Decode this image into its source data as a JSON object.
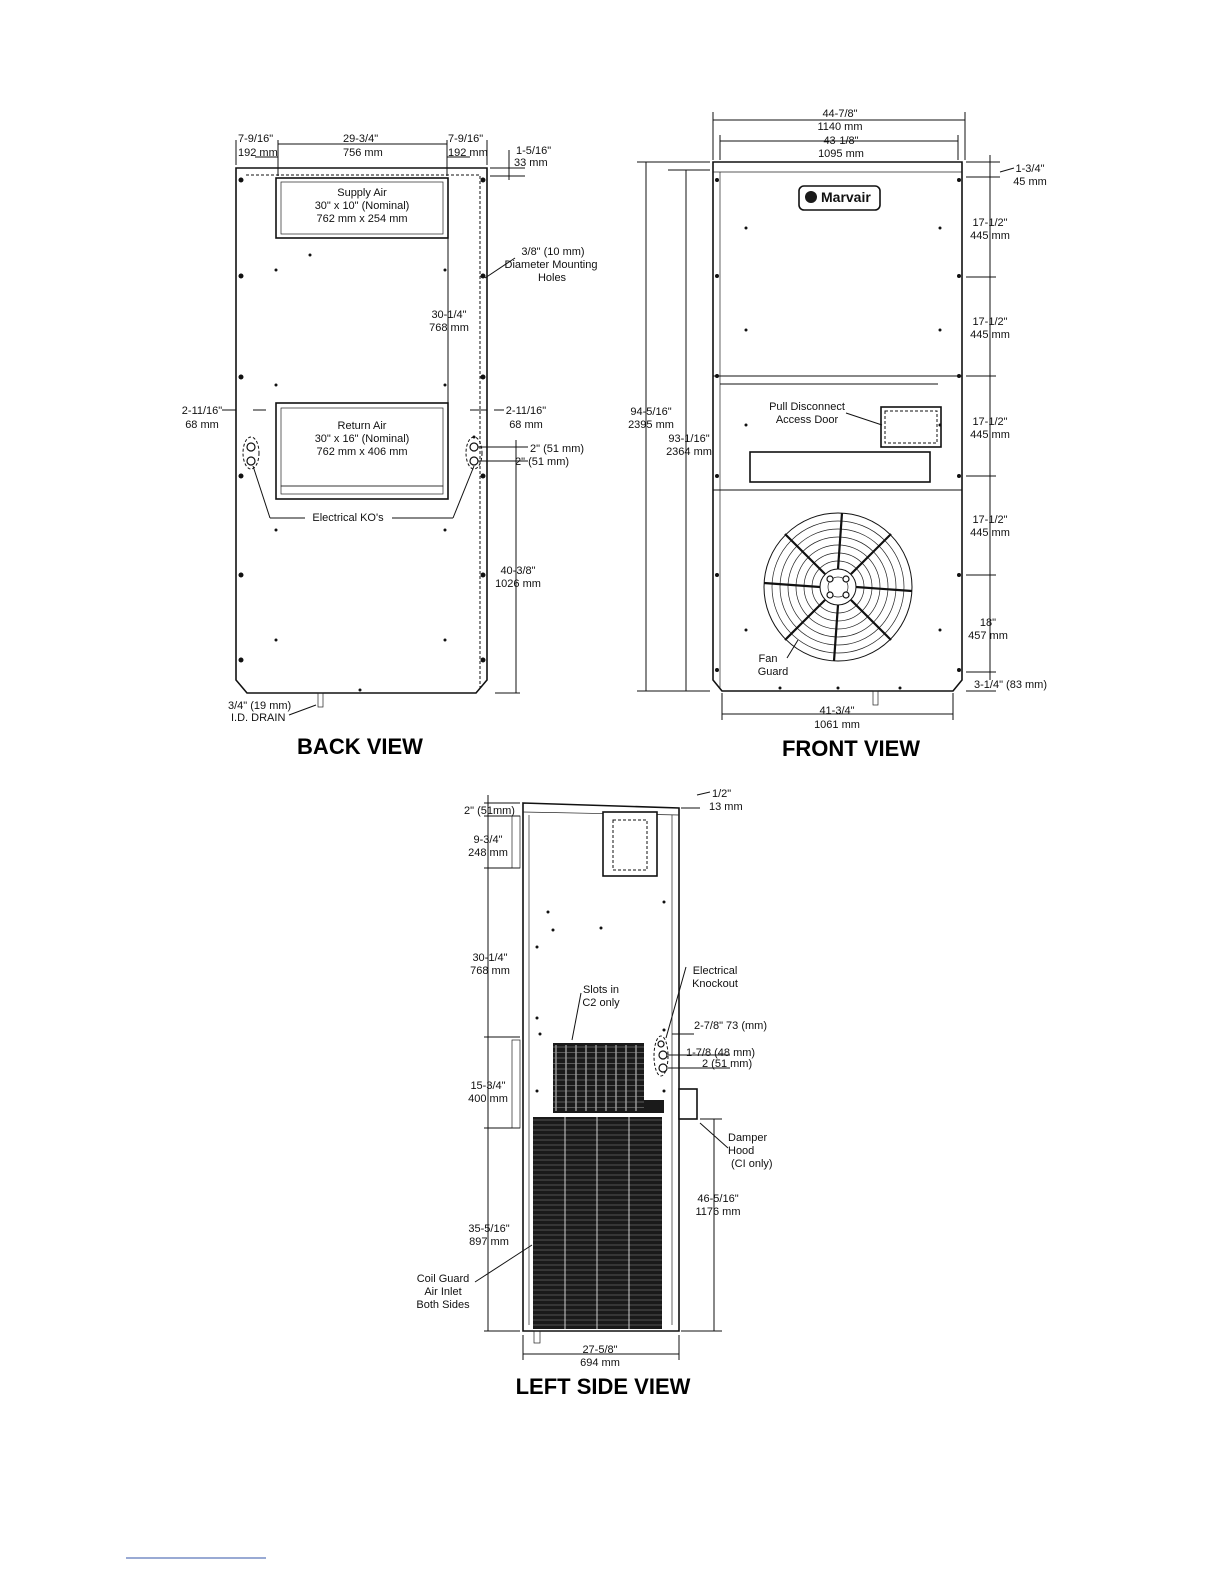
{
  "back_view": {
    "title": "BACK VIEW",
    "dims": {
      "left_margin": [
        "7-9/16\"",
        "192 mm"
      ],
      "opening_width": [
        "29-3/4\"",
        "756 mm"
      ],
      "right_margin": [
        "7-9/16\"",
        "192 mm"
      ],
      "top_offset": [
        "1-5/16\"",
        "33 mm"
      ],
      "between_openings": [
        "30-1/4\"",
        "768 mm"
      ],
      "left_side": [
        "2-11/16\"",
        "68 mm"
      ],
      "right_side": [
        "2-11/16\"",
        "68 mm"
      ],
      "ko_spacing_1": "2\" (51 mm)",
      "ko_spacing_2": "2\" (51 mm)",
      "bottom_height": [
        "40-3/8\"",
        "1026 mm"
      ]
    },
    "supply_air": [
      "Supply Air",
      "30\" x 10\" (Nominal)",
      "762 mm x 254 mm"
    ],
    "return_air": [
      "Return Air",
      "30\" x 16\" (Nominal)",
      "762 mm x 406 mm"
    ],
    "mounting_holes": [
      "3/8\" (10 mm)",
      "Diameter Mounting",
      "Holes"
    ],
    "electrical_kos": "Electrical KO's",
    "drain": [
      "3/4\" (19 mm)",
      "I.D. DRAIN"
    ]
  },
  "front_view": {
    "title": "FRONT VIEW",
    "logo": "Marvair",
    "dims": {
      "overall_width": [
        "44-7/8\"",
        "1140 mm"
      ],
      "inner_width": [
        "43-1/8\"",
        "1095 mm"
      ],
      "top": [
        "1-3/4\"",
        "45 mm"
      ],
      "seg1": [
        "17-1/2\"",
        "445 mm"
      ],
      "seg2": [
        "17-1/2\"",
        "445 mm"
      ],
      "seg3": [
        "17-1/2\"",
        "445 mm"
      ],
      "seg4": [
        "17-1/2\"",
        "445 mm"
      ],
      "seg5": [
        "18\"",
        "457 mm"
      ],
      "bottom": "3-1/4\" (83 mm)",
      "overall_height": [
        "94-5/16\"",
        "2395 mm"
      ],
      "body_height": [
        "93-1/16\"",
        "2364 mm"
      ],
      "base_width": [
        "41-3/4\"",
        "1061 mm"
      ]
    },
    "pull_disconnect": [
      "Pull Disconnect",
      "Access Door"
    ],
    "fan_guard": [
      "Fan",
      "Guard"
    ]
  },
  "left_side_view": {
    "title": "LEFT SIDE VIEW",
    "dims": {
      "top_gap": "2\" (51mm)",
      "top_right": [
        "1/2\"",
        "13 mm"
      ],
      "upper": [
        "9-3/4\"",
        "248 mm"
      ],
      "middle": [
        "30-1/4\"",
        "768 mm"
      ],
      "damper": [
        "15-3/4\"",
        "400 mm"
      ],
      "coil": [
        "35-5/16\"",
        "897 mm"
      ],
      "ko_offset": "2-7/8\" 73 (mm)",
      "ko_spacing_1": "1-7/8 (48 mm)",
      "ko_spacing_2": "2 (51 mm)",
      "right_height": [
        "46-5/16\"",
        "1176 mm"
      ],
      "depth": [
        "27-5/8\"",
        "694 mm"
      ]
    },
    "slots": [
      "Slots in",
      "C2 only"
    ],
    "electrical_knockout": [
      "Electrical",
      "Knockout"
    ],
    "damper_hood": [
      "Damper",
      "Hood",
      "(CI only)"
    ],
    "coil_guard": [
      "Coil Guard",
      "Air Inlet",
      "Both Sides"
    ]
  }
}
